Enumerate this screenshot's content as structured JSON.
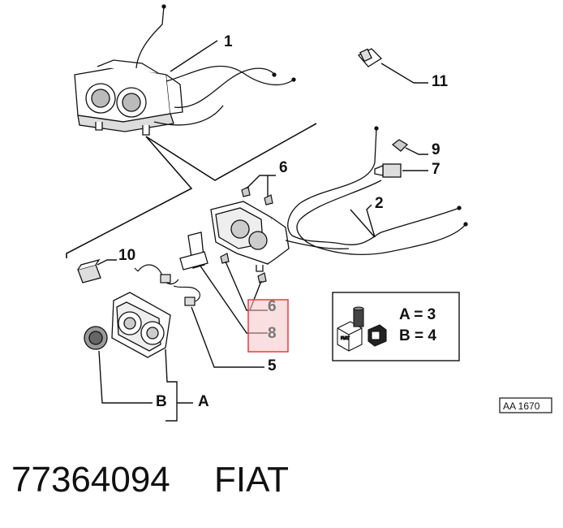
{
  "diagram": {
    "callouts": {
      "c1": "1",
      "c2": "2",
      "c5": "5",
      "c6_top": "6",
      "c6_bottom": "6",
      "c7": "7",
      "c8": "8",
      "c9": "9",
      "c10": "10",
      "c11": "11",
      "cA": "A",
      "cB": "B"
    },
    "legend": {
      "line_a": "A = 3",
      "line_b": "B = 4",
      "box_text": "FIAT"
    },
    "reference_code": "AA 1670",
    "highlight_color": "#e8474e"
  },
  "footer": {
    "part_number": "77364094",
    "brand": "FIAT"
  }
}
